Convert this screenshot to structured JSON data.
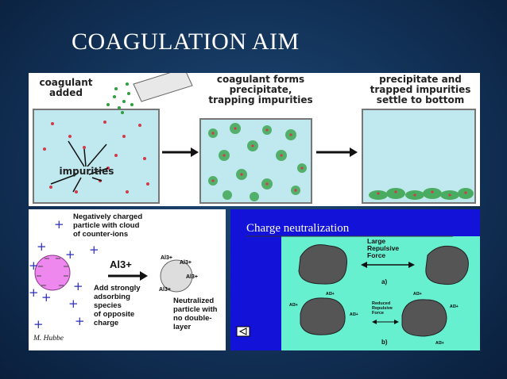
{
  "slide": {
    "title": "COAGULATION AIM"
  },
  "top_panel": {
    "coagulant_added": "coagulant\nadded",
    "impurities": "impurities",
    "forms_precipitate": "coagulant forms\nprecipitate,\ntrapping impurities",
    "settle": "precipitate and\ntrapped impurities\nsettle to bottom"
  },
  "left_panel": {
    "neg_charged": "Negatively charged\nparticle with cloud\nof counter-ions",
    "reagent": "Al3+",
    "add_strongly": "Add strongly\nadsorbing\nspecies\nof opposite\ncharge",
    "neutralized": "Neutralized\nparticle with\nno double-\nlayer",
    "credit": "M. Hubbe",
    "al_label": "Al3+"
  },
  "right_panel": {
    "title": "Charge neutralization",
    "large_force": "Large\nRepulsive\nForce",
    "label_a": "a)",
    "reduced_force": "Reduced\nRepulsive\nForce",
    "label_b": "b)",
    "ion": "Al3+"
  },
  "colors": {
    "water": "#bfe8ef",
    "precipitate": "#2e9e3e",
    "particle": "#ee88ee",
    "charge_bg": "#1212d8",
    "charge_inner": "#66f0d0"
  }
}
